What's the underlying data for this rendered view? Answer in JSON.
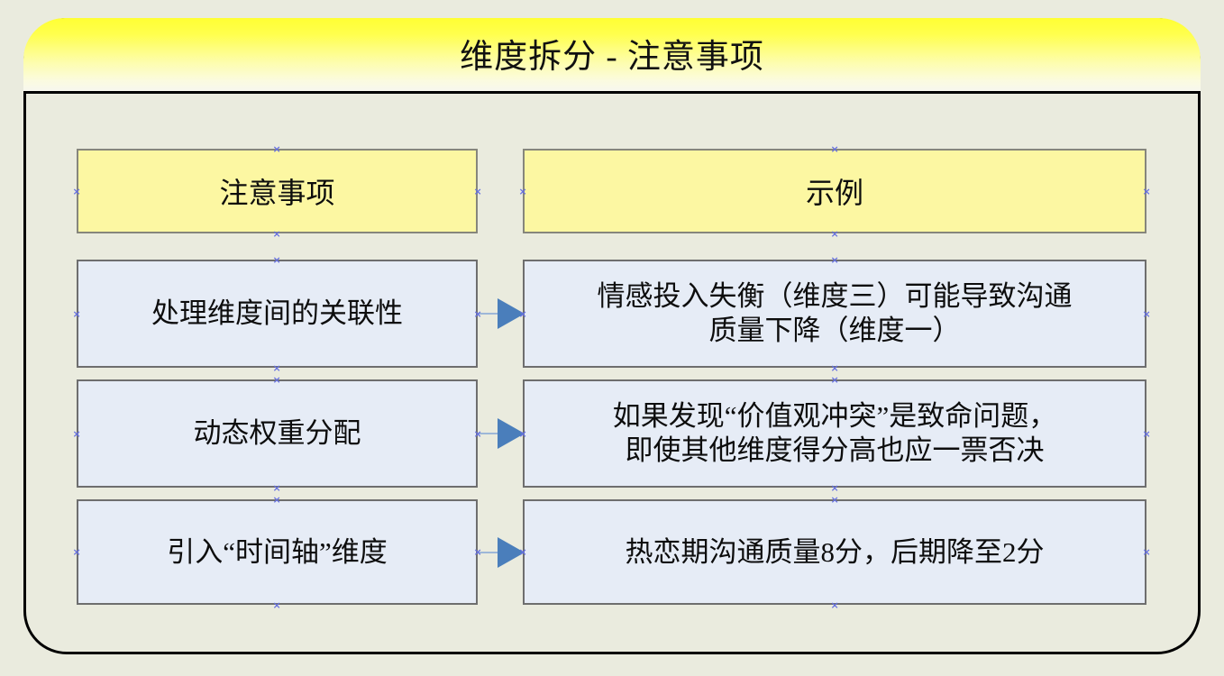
{
  "slide": {
    "title": "维度拆分 - 注意事项",
    "background_color": "#eaebde",
    "frame_border_color": "#000000",
    "title_gradient_from": "#ffff33",
    "title_gradient_to": "#f7f7ef"
  },
  "table": {
    "headers": {
      "left": "注意事项",
      "right": "示例",
      "fill_color": "#fcf7a2"
    },
    "cell_fill_color": "#e6ecf6",
    "arrow_color": "#4a7ebb",
    "rows": [
      {
        "point": "处理维度间的关联性",
        "example": "情感投入失衡（维度三）可能导致沟通\n质量下降（维度一）",
        "connector": "arrow-right-icon"
      },
      {
        "point": "动态权重分配",
        "example": "如果发现“价值观冲突”是致命问题，\n即使其他维度得分高也应一票否决",
        "connector": "arrow-right-icon"
      },
      {
        "point": "引入“时间轴”维度",
        "example": "热恋期沟通质量8分，后期降至2分",
        "connector": "arrow-right-icon"
      }
    ]
  }
}
